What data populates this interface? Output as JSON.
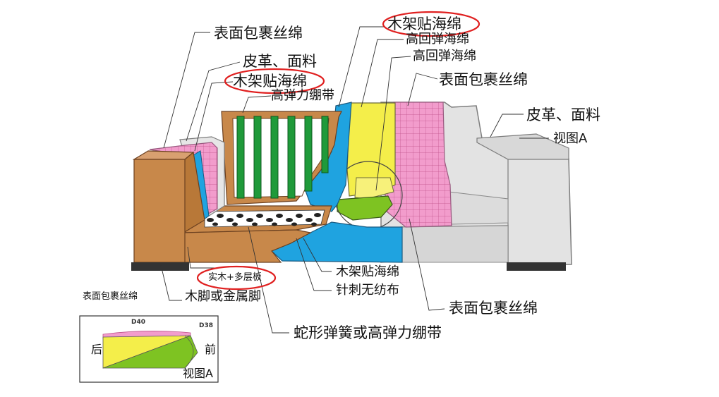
{
  "labels": {
    "surface_left_top": "表面包裹丝绵",
    "leather_left": "皮革、面料",
    "wood_foam_left": "木架贴海绵",
    "elastic_band_top": "高弹力绷带",
    "wood_foam_top": "木架贴海绵",
    "hr_foam_1": "高回弹海绵",
    "hr_foam_2": "高回弹海绵",
    "surface_right": "表面包裹丝绵",
    "leather_right": "皮革、面料",
    "view_a_ref": "视图A",
    "solid_wood": "实木+多层板",
    "wood_foam_bottom": "木架贴海绵",
    "needle_nonwoven": "针刺无纺布",
    "surface_bottom": "表面包裹丝绵",
    "feet": "木脚或金属脚",
    "spring": "蛇形弹簧或高弹力绷带",
    "inset_title": "表面包裹丝绵"
  },
  "inset": {
    "d40": "D40",
    "d38": "D38",
    "back": "后",
    "front": "前",
    "view_label": "视图A"
  },
  "colors": {
    "wood": "#c8884a",
    "foam_blue": "#1fa3e0",
    "foam_yellow": "#f4ee4a",
    "foam_green": "#7ec322",
    "wadding_pink": "#f29ccc",
    "leather_grey": "#e2e2e2",
    "band_green": "#1f9a3a",
    "highlight_red": "#e02020"
  }
}
